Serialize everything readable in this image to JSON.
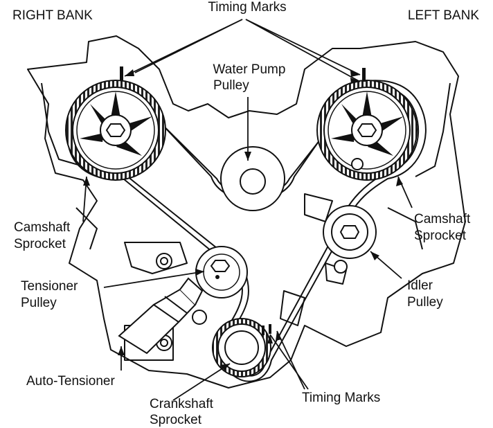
{
  "labels": {
    "right_bank": "RIGHT BANK",
    "left_bank": "LEFT BANK",
    "timing_marks_top": "Timing Marks",
    "water_pump_line1": "Water Pump",
    "water_pump_line2": "Pulley",
    "camshaft_left_line1": "Camshaft",
    "camshaft_left_line2": "Sprocket",
    "camshaft_right_line1": "Camshaft",
    "camshaft_right_line2": "Sprocket",
    "tensioner_line1": "Tensioner",
    "tensioner_line2": "Pulley",
    "idler_line1": "Idler",
    "idler_line2": "Pulley",
    "auto_tensioner": "Auto-Tensioner",
    "crankshaft_line1": "Crankshaft",
    "crankshaft_line2": "Sprocket",
    "timing_marks_bottom": "Timing Marks"
  }
}
